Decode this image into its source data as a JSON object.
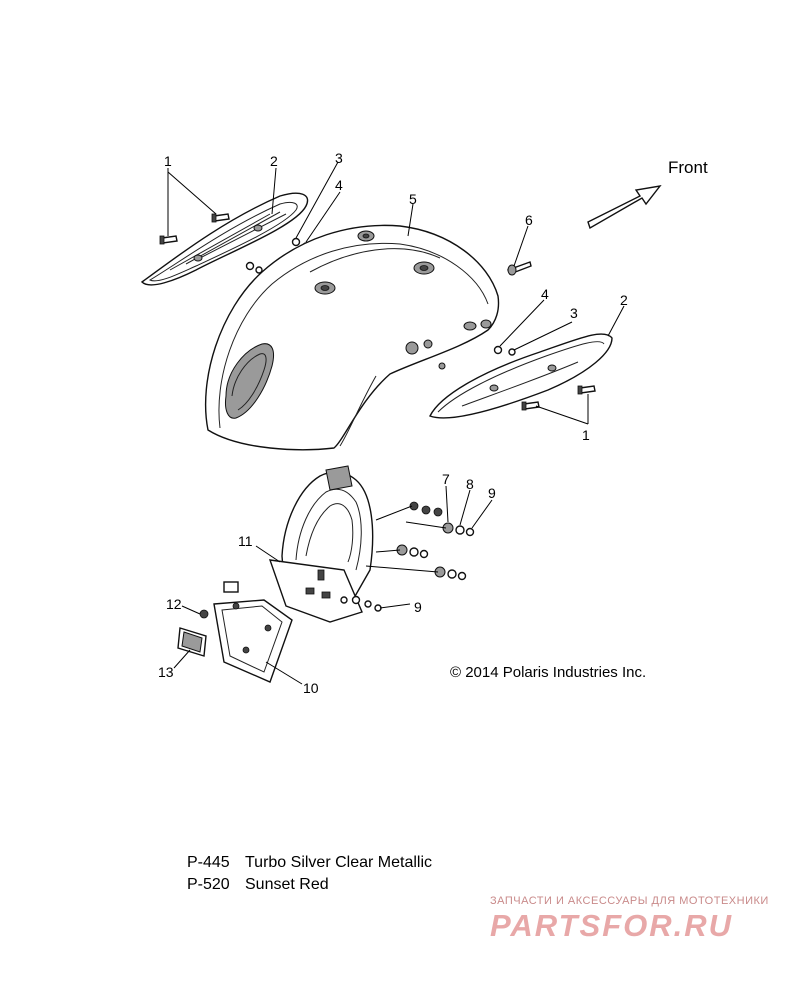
{
  "diagram": {
    "direction_label": "Front",
    "callouts": [
      "1",
      "2",
      "3",
      "4",
      "5",
      "6",
      "2",
      "4",
      "3",
      "1",
      "7",
      "8",
      "9",
      "11",
      "9",
      "12",
      "13",
      "10"
    ]
  },
  "copyright": "© 2014 Polaris Industries Inc.",
  "paint_codes": [
    {
      "code": "P-445",
      "name": "Turbo Silver Clear Metallic"
    },
    {
      "code": "P-520",
      "name": "Sunset Red"
    }
  ],
  "watermark": {
    "tagline": "ЗАПЧАСТИ И АКСЕССУАРЫ ДЛЯ МОТОТЕХНИКИ",
    "brand": "PARTSFOR.RU"
  }
}
